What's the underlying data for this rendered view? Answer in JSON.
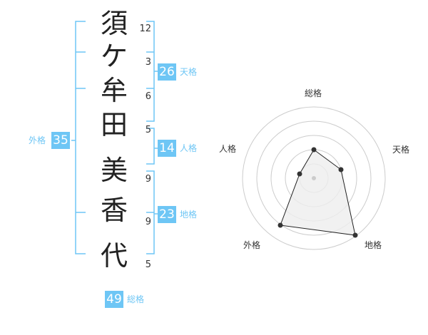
{
  "name_chars": [
    "須",
    "ケ",
    "牟",
    "田",
    "美",
    "香",
    "代"
  ],
  "strokes": [
    "12",
    "3",
    "6",
    "5",
    "9",
    "9",
    "5"
  ],
  "badges": {
    "tenkaku": {
      "value": "26",
      "label": "天格"
    },
    "jinkaku": {
      "value": "14",
      "label": "人格"
    },
    "chikaku": {
      "value": "23",
      "label": "地格"
    },
    "gaikaku": {
      "value": "35",
      "label": "外格"
    },
    "soukaku": {
      "value": "49",
      "label": "総格"
    }
  },
  "radar": {
    "labels": {
      "soukaku": "総格",
      "tenkaku": "天格",
      "chikaku": "地格",
      "gaikaku": "外格",
      "jinkaku": "人格"
    }
  },
  "colors": {
    "accent": "#6ec6f5",
    "text": "#222222",
    "radar_grid": "#cccccc",
    "radar_fill": "#eeeeee"
  }
}
